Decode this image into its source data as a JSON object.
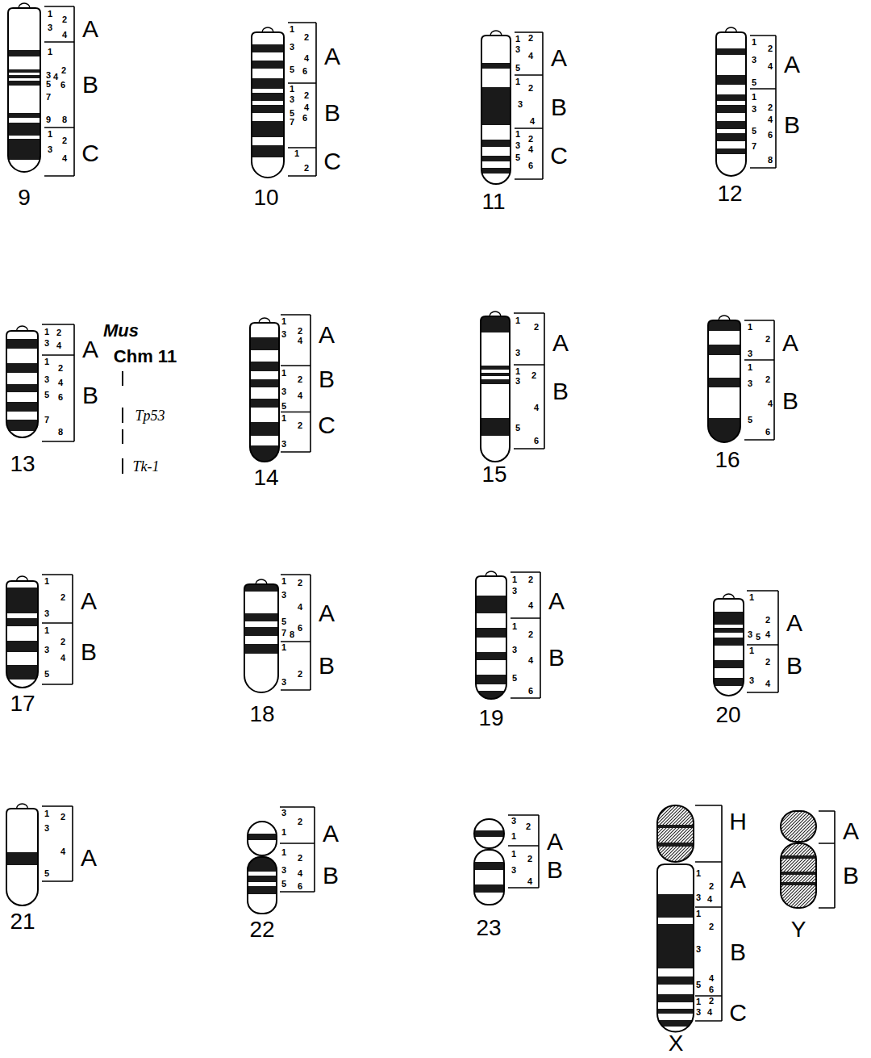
{
  "diagram": {
    "labels": [
      "1",
      "2",
      "3",
      "4",
      "A",
      "1",
      "3",
      "4",
      "2",
      "5",
      "6",
      "7",
      "9",
      "8",
      "B",
      "1",
      "2",
      "3",
      "4",
      "C",
      "9",
      "1",
      "2",
      "3",
      "4",
      "5",
      "6",
      "A",
      "1",
      "3",
      "2",
      "4",
      "5",
      "7",
      "6",
      "B",
      "1",
      "2",
      "C",
      "10",
      "1",
      "2",
      "3",
      "4",
      "5",
      "A",
      "1",
      "2",
      "3",
      "4",
      "B",
      "1",
      "2",
      "3",
      "4",
      "5",
      "6",
      "C",
      "11",
      "1",
      "2",
      "3",
      "4",
      "5",
      "A",
      "1",
      "3",
      "2",
      "4",
      "5",
      "6",
      "7",
      "8",
      "B",
      "12",
      "1",
      "2",
      "3",
      "4",
      "A",
      "1",
      "2",
      "3",
      "4",
      "5",
      "6",
      "7",
      "8",
      "B",
      "13",
      "Mus",
      "Chm 11",
      "Tp53",
      "Tk-1",
      "1",
      "3",
      "2",
      "4",
      "A",
      "1",
      "2",
      "3",
      "4",
      "5",
      "B",
      "1",
      "2",
      "3",
      "C",
      "14",
      "1",
      "2",
      "3",
      "A",
      "1",
      "3",
      "2",
      "4",
      "5",
      "6",
      "B",
      "15",
      "1",
      "2",
      "3",
      "A",
      "1",
      "3",
      "2",
      "4",
      "5",
      "6",
      "B",
      "16",
      "1",
      "2",
      "3",
      "A",
      "1",
      "2",
      "3",
      "4",
      "5",
      "B",
      "17",
      "1",
      "2",
      "3",
      "4",
      "5",
      "6",
      "7",
      "8",
      "A",
      "1",
      "3",
      "2",
      "B",
      "18",
      "1",
      "2",
      "3",
      "4",
      "A",
      "1",
      "2",
      "3",
      "4",
      "5",
      "6",
      "B",
      "19",
      "1",
      "2",
      "3",
      "5",
      "4",
      "A",
      "1",
      "2",
      "3",
      "4",
      "B",
      "20",
      "1",
      "2",
      "3",
      "4",
      "5",
      "A",
      "21",
      "3",
      "2",
      "1",
      "A",
      "1",
      "2",
      "3",
      "4",
      "5",
      "6",
      "B",
      "22",
      "3",
      "2",
      "1",
      "A",
      "1",
      "2",
      "3",
      "4",
      "B",
      "23",
      "H",
      "1",
      "2",
      "3",
      "4",
      "A",
      "1",
      "2",
      "3",
      "5",
      "4",
      "6",
      "B",
      "1",
      "2",
      "3",
      "4",
      "C",
      "X",
      "A",
      "B",
      "Y"
    ]
  }
}
